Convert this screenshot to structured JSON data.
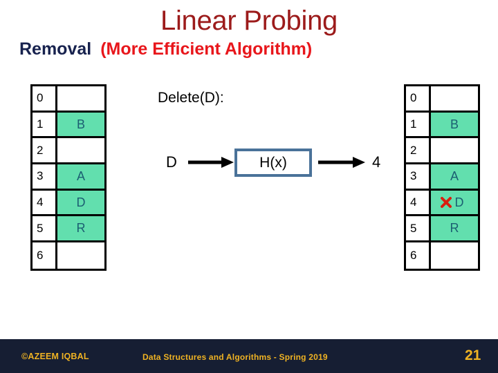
{
  "slide": {
    "title_main": "Linear Probing",
    "subtitle_prefix": "Removal",
    "subtitle_paren": "(More Efficient Algorithm)",
    "title_color": "#9C1B1B",
    "subtitle_prefix_color": "#17224E",
    "subtitle_paren_color": "#E8161B"
  },
  "colors": {
    "filled_cell": "#62DFAE",
    "letter": "#1B5E72",
    "hash_box_border": "#4A7299",
    "footer_bg": "#161E33",
    "footer_text": "#F0B323",
    "strike_mark": "#D91F11"
  },
  "diagram": {
    "operation_label": "Delete(D):",
    "input_key": "D",
    "hash_function_label": "H(x)",
    "output_index": "4",
    "arrow_in_name": "arrow-right",
    "arrow_out_name": "arrow-right"
  },
  "tables": {
    "before": {
      "caption": "",
      "rows": [
        {
          "index": "0",
          "value": "",
          "filled": false,
          "struck": false
        },
        {
          "index": "1",
          "value": "B",
          "filled": true,
          "struck": false
        },
        {
          "index": "2",
          "value": "",
          "filled": false,
          "struck": false
        },
        {
          "index": "3",
          "value": "A",
          "filled": true,
          "struck": false
        },
        {
          "index": "4",
          "value": "D",
          "filled": true,
          "struck": false
        },
        {
          "index": "5",
          "value": "R",
          "filled": true,
          "struck": false
        },
        {
          "index": "6",
          "value": "",
          "filled": false,
          "struck": false
        }
      ]
    },
    "after": {
      "caption": "",
      "rows": [
        {
          "index": "0",
          "value": "",
          "filled": false,
          "struck": false
        },
        {
          "index": "1",
          "value": "B",
          "filled": true,
          "struck": false
        },
        {
          "index": "2",
          "value": "",
          "filled": false,
          "struck": false
        },
        {
          "index": "3",
          "value": "A",
          "filled": true,
          "struck": false
        },
        {
          "index": "4",
          "value": "D",
          "filled": true,
          "struck": true
        },
        {
          "index": "5",
          "value": "R",
          "filled": true,
          "struck": false
        },
        {
          "index": "6",
          "value": "",
          "filled": false,
          "struck": false
        }
      ]
    }
  },
  "footer": {
    "copyright": "©AZEEM IQBAL",
    "course": "Data Structures and Algorithms - Spring 2019",
    "page_number": "21"
  }
}
